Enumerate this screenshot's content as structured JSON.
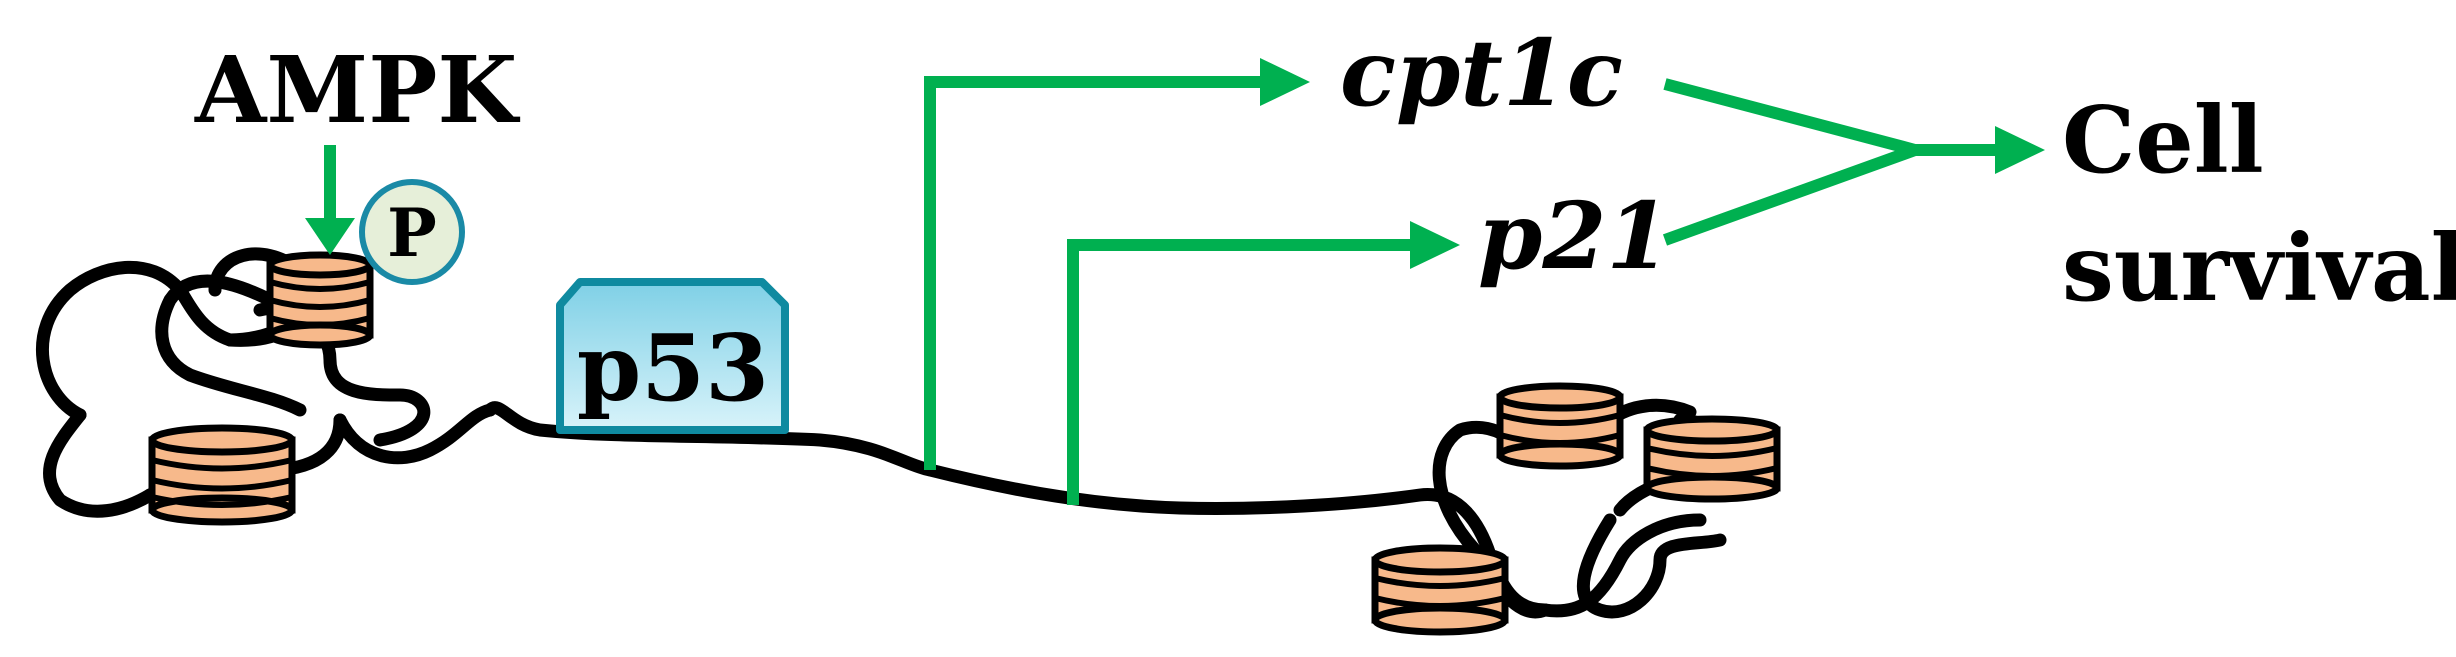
{
  "labels": {
    "ampk": "AMPK",
    "phospho": "P",
    "p53": "p53",
    "gene1": "cpt1c",
    "gene2": "p21",
    "outcome_line1": "Cell",
    "outcome_line2": "survival"
  },
  "colors": {
    "arrow": "#00b050",
    "dna": "#000000",
    "nucleosome_fill": "#f7b98b",
    "p53_fill": "#aee4f2",
    "p53_stroke": "#0f8aa0",
    "phospho_fill": "#e6efd9",
    "phospho_stroke": "#1a8aa6"
  }
}
